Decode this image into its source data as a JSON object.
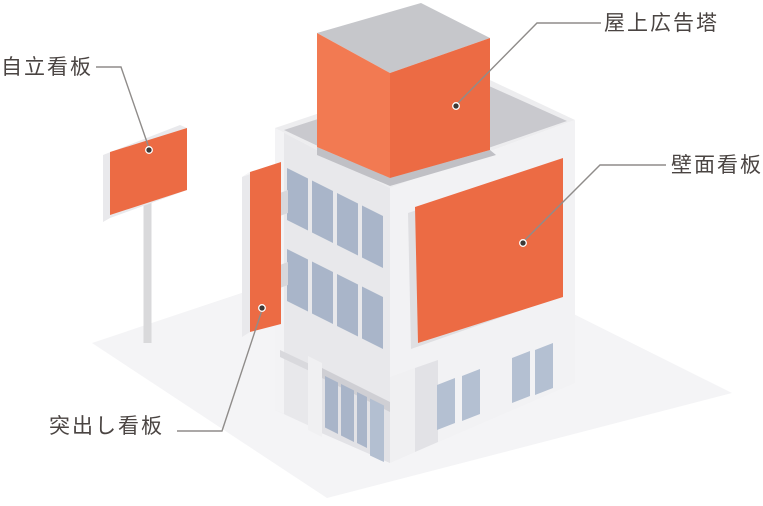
{
  "page": {
    "background": "#ffffff"
  },
  "labels": {
    "freestanding": "自立看板",
    "rooftop": "屋上広告塔",
    "wall": "壁面看板",
    "projecting": "突出し看板"
  },
  "colors": {
    "page_bg": "#ffffff",
    "accent_orange": "#ec6b44",
    "accent_orange_light": "#f27a52",
    "roof_gray": "#c9c9ce",
    "roof_slab": "#ededef",
    "roof_shade": "#c0c0c5",
    "cube_top_gray": "#c6c7cb",
    "wall_left": "#e8e8eb",
    "wall_right": "#f2f2f4",
    "corner_highlight": "#f3f3f5",
    "window_blue": "#a9b5c9",
    "window_blue_light": "#b4c0d2",
    "door_glass": "#b3bfd1",
    "ground_shadow": "#f4f4f6",
    "recess": "#e2e2e6",
    "recess_shade": "#cfcfd4",
    "slab": "#d9d9dd",
    "pillar": "#f0f0f2",
    "pole": "#d9d9db",
    "sign_edge": "#e9e9ec",
    "sign_edge_top": "#f5f5f6",
    "sign_shadow": "#dfdfe2",
    "bracket": "#d7d7db",
    "label_text": "#4a4442",
    "leader_line": "#8f8c8a",
    "leader_dot": "#3e3936"
  }
}
